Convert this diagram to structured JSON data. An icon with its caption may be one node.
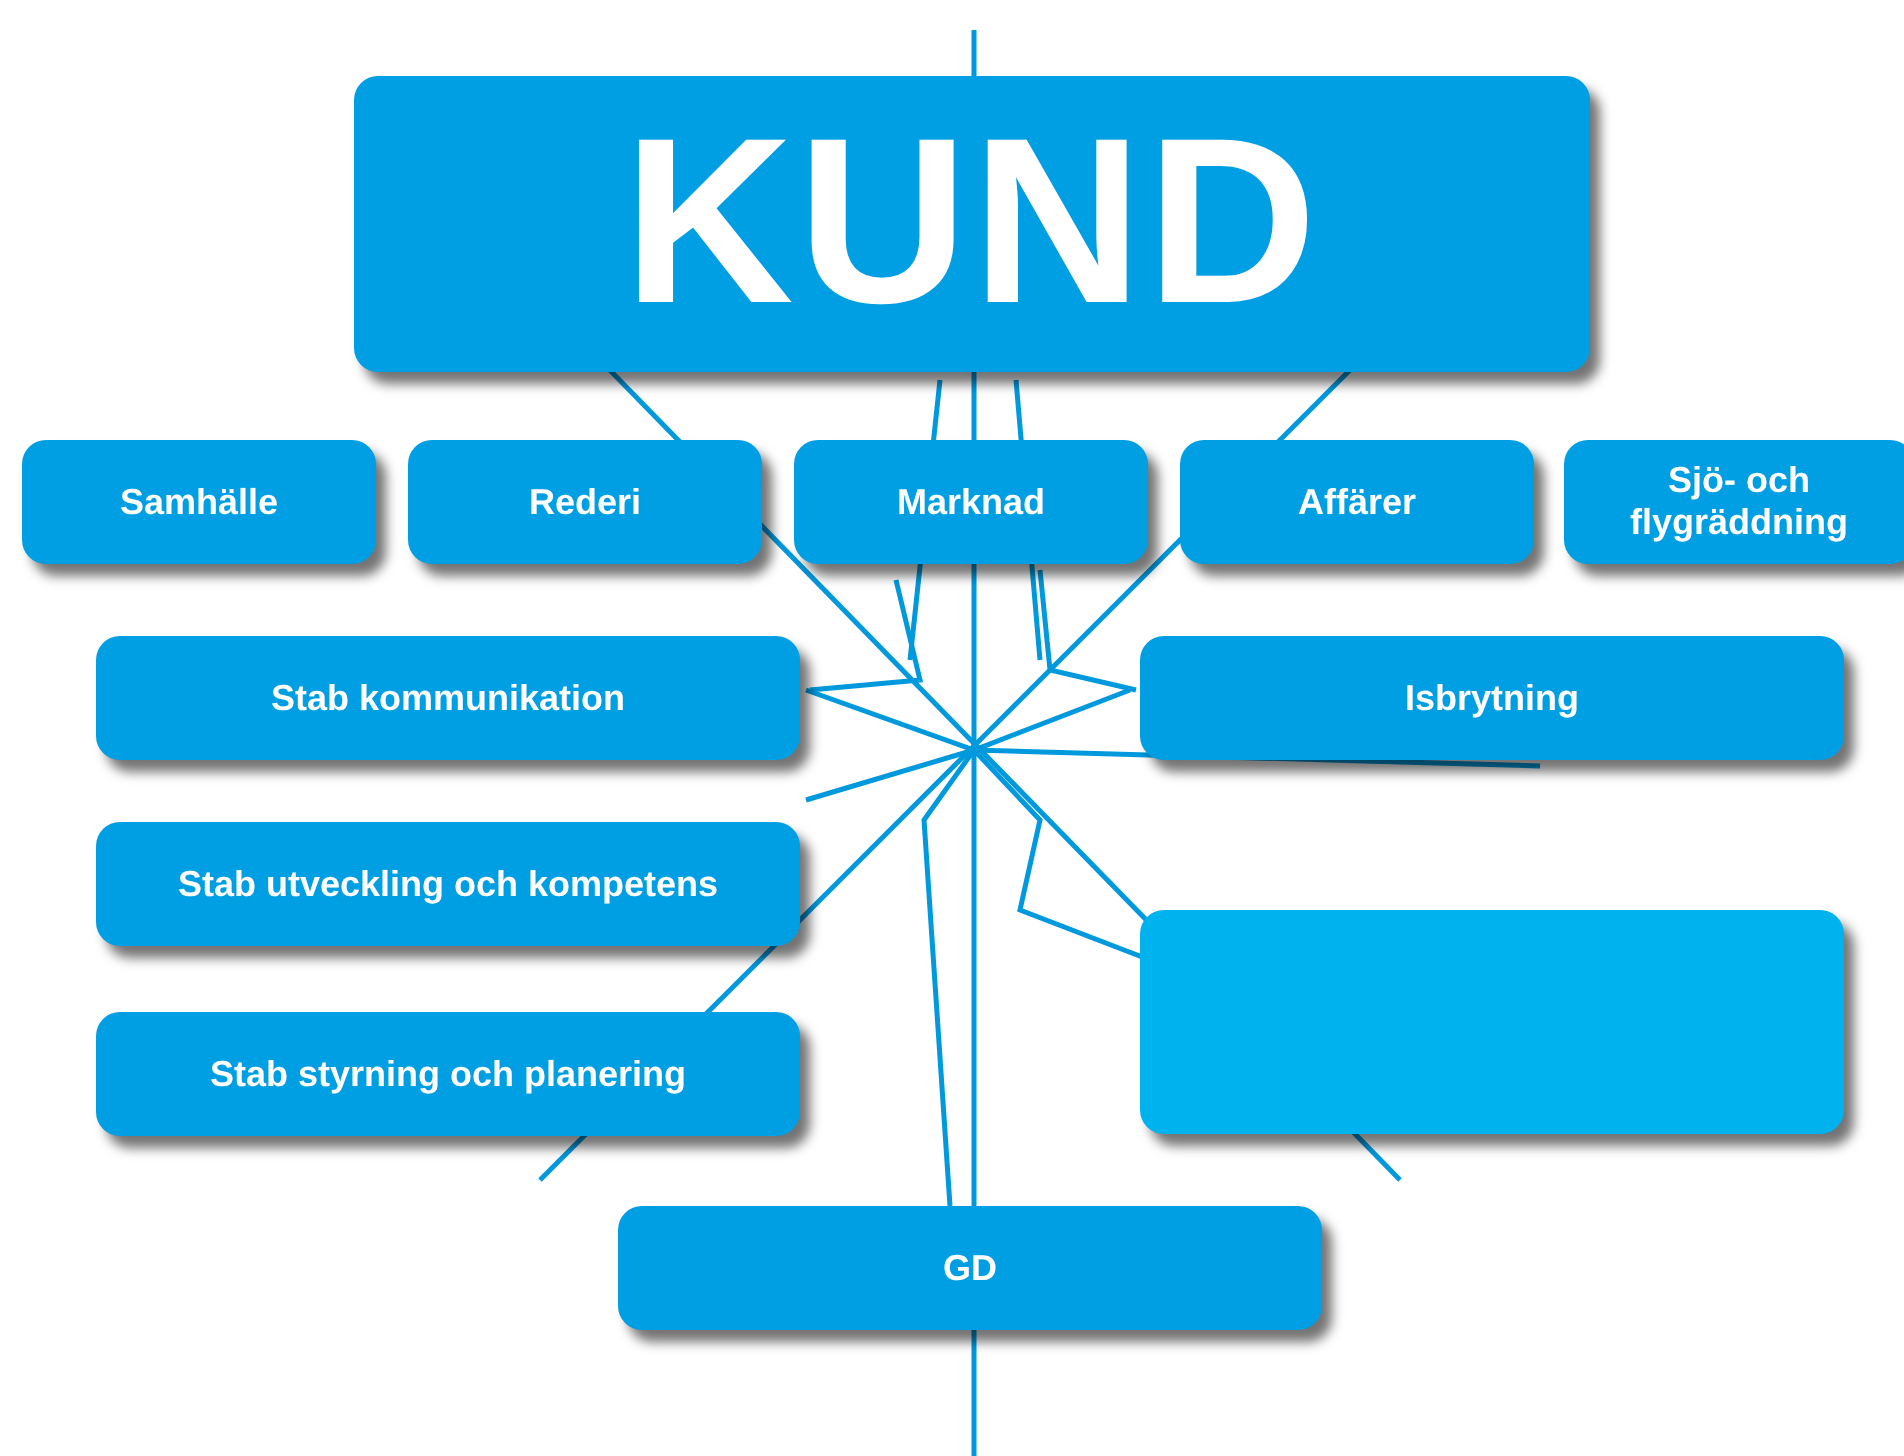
{
  "diagram": {
    "nodes": [
      {
        "text": [
          "KUND"
        ]
      },
      {
        "text": [
          "Samhälle"
        ]
      },
      {
        "text": [
          "Rederi"
        ]
      },
      {
        "text": [
          "Marknad"
        ]
      },
      {
        "text": [
          "Affärer"
        ]
      },
      {
        "text": [
          "Sjö- och flygräddning"
        ]
      },
      {
        "text": [
          "Stab kommunikation"
        ]
      },
      {
        "text": [
          "Isbrytning"
        ]
      },
      {
        "text": [
          "Stab utveckling och kompetens"
        ]
      },
      {
        "text": [
          "Stab styrning och planering"
        ]
      },
      {
        "text": [],
        "shape": "box"
      },
      {
        "text": [
          "GD"
        ]
      }
    ]
  }
}
